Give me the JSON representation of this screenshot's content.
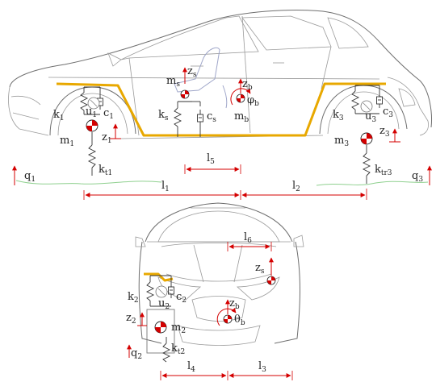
{
  "side_view": {
    "labels": {
      "m_s": {
        "base": "m",
        "sub": "s"
      },
      "z_s": {
        "base": "z",
        "sub": "s"
      },
      "z_b": {
        "base": "z",
        "sub": "b"
      },
      "phi_b": {
        "base": "φ",
        "sub": "b"
      },
      "m_b": {
        "base": "m",
        "sub": "b"
      },
      "k_s": {
        "base": "k",
        "sub": "s"
      },
      "c_s": {
        "base": "c",
        "sub": "s"
      },
      "k_1": {
        "base": "k",
        "sub": "1"
      },
      "c_1": {
        "base": "c",
        "sub": "1"
      },
      "u_1": {
        "base": "u",
        "sub": "1"
      },
      "m_1": {
        "base": "m",
        "sub": "1"
      },
      "z_1": {
        "base": "z",
        "sub": "1"
      },
      "k_t1": {
        "base": "k",
        "sub": "t1"
      },
      "q_1": {
        "base": "q",
        "sub": "1"
      },
      "k_3": {
        "base": "k",
        "sub": "3"
      },
      "c_3": {
        "base": "c",
        "sub": "3"
      },
      "u_3": {
        "base": "u",
        "sub": "3"
      },
      "z_3": {
        "base": "z",
        "sub": "3"
      },
      "m_3": {
        "base": "m",
        "sub": "3"
      },
      "k_tr3": {
        "base": "k",
        "sub": "tr3"
      },
      "q_3": {
        "base": "q",
        "sub": "3"
      },
      "l_5": {
        "base": "l",
        "sub": "5"
      },
      "l_1": {
        "base": "l",
        "sub": "1"
      },
      "l_2": {
        "base": "l",
        "sub": "2"
      }
    }
  },
  "front_view": {
    "labels": {
      "l_6": {
        "base": "l",
        "sub": "6"
      },
      "z_s": {
        "base": "z",
        "sub": "s"
      },
      "k_2": {
        "base": "k",
        "sub": "2"
      },
      "u_2": {
        "base": "u",
        "sub": "2"
      },
      "c_2": {
        "base": "c",
        "sub": "2"
      },
      "z_2": {
        "base": "z",
        "sub": "2"
      },
      "m_2": {
        "base": "m",
        "sub": "2"
      },
      "q_2": {
        "base": "q",
        "sub": "2"
      },
      "k_t2": {
        "base": "k",
        "sub": "t2"
      },
      "z_b": {
        "base": "z",
        "sub": "b"
      },
      "theta_b": {
        "base": "θ",
        "sub": "b"
      },
      "l_4": {
        "base": "l",
        "sub": "4"
      },
      "l_3": {
        "base": "l",
        "sub": "3"
      }
    }
  },
  "colors": {
    "frame": "#e8a800",
    "arrow": "#d40000",
    "road": "#8fd08f",
    "outline": "#9a9a9a"
  }
}
